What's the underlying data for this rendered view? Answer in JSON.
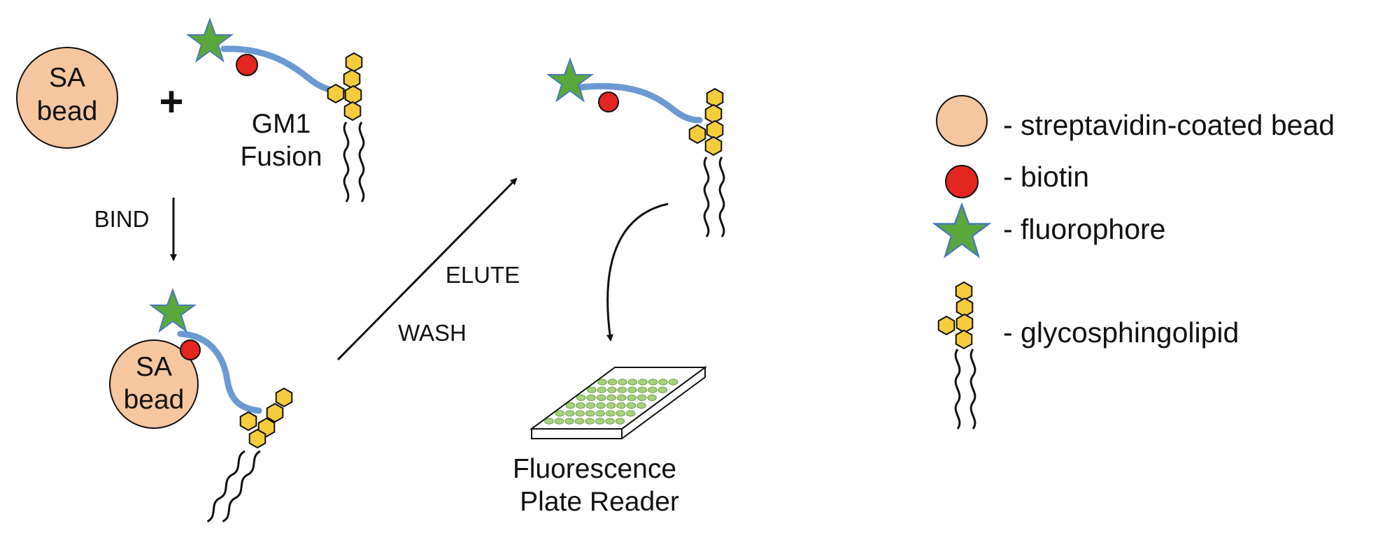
{
  "colors": {
    "bead": "#f6c69e",
    "biotin": "#e3261f",
    "fluorophore": "#5aa83b",
    "fluorophore_edge": "#4a79b5",
    "linker": "#6b9ad2",
    "hexagon": "#f4cc3c",
    "well": "#a8d27a"
  },
  "labels": {
    "sa_bead_line1": "SA",
    "sa_bead_line2": "bead",
    "plus": "+",
    "gm1_line1": "GM1",
    "gm1_line2": "Fusion",
    "bind": "BIND",
    "elute": "ELUTE",
    "wash": "WASH",
    "reader_line1": "Fluorescence",
    "reader_line2": "Plate Reader"
  },
  "legend": [
    {
      "icon": "bead-icon",
      "text": "- streptavidin-coated bead"
    },
    {
      "icon": "biotin-icon",
      "text": "- biotin"
    },
    {
      "icon": "fluorophore-icon",
      "text": "- fluorophore"
    },
    {
      "icon": "glycosphingolipid-icon",
      "text": "- glycosphingolipid"
    }
  ]
}
